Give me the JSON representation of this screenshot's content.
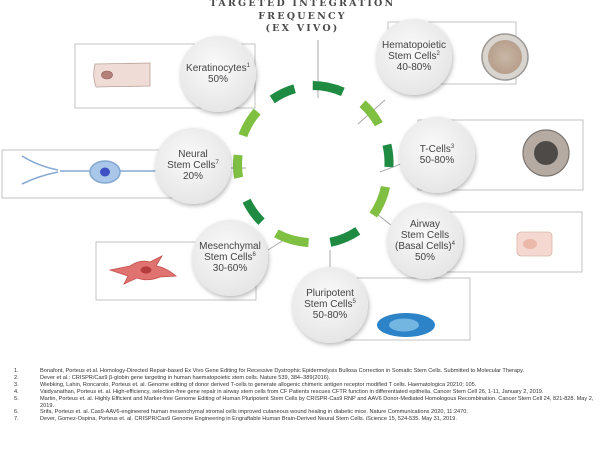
{
  "title": {
    "line1": "TARGETED INTEGRATION",
    "line2": "FREQUENCY",
    "line3": "(EX VIVO)"
  },
  "colors": {
    "dark_green": "#1e8a42",
    "light_green": "#7fbf42",
    "bubble": "#ebebeb",
    "box_border": "#b5b5b5"
  },
  "cells": [
    {
      "name": "Keratinocytes",
      "sup": "1",
      "lines": [
        "Keratinocytes"
      ],
      "value": "50%",
      "icon": "keratinocyte-icon"
    },
    {
      "name": "Hematopoietic Stem Cells",
      "sup": "2",
      "lines": [
        "Hematopoietic",
        "Stem Cells"
      ],
      "value": "40-80%",
      "icon": "hematopoietic-stem-cell-icon"
    },
    {
      "name": "T-Cells",
      "sup": "3",
      "lines": [
        "T-Cells"
      ],
      "value": "50-80%",
      "icon": "t-cell-icon"
    },
    {
      "name": "Airway Stem Cells (Basal Cells)",
      "sup": "4",
      "lines": [
        "Airway",
        "Stem Cells",
        "(Basal Cells)"
      ],
      "value": "50%",
      "icon": "airway-stem-cell-icon"
    },
    {
      "name": "Pluripotent Stem Cells",
      "sup": "5",
      "lines": [
        "Pluripotent",
        "Stem Cells"
      ],
      "value": "50-80%",
      "icon": "pluripotent-stem-cell-icon"
    },
    {
      "name": "Mesenchymal Stem Cells",
      "sup": "6",
      "lines": [
        "Mesenchymal",
        "Stem Cells"
      ],
      "value": "30-60%",
      "icon": "mesenchymal-stem-cell-icon"
    },
    {
      "name": "Neural Stem Cells",
      "sup": "7",
      "lines": [
        "Neural",
        "Stem Cells"
      ],
      "value": "20%",
      "icon": "neural-stem-cell-icon"
    }
  ],
  "references": [
    {
      "num": "1.",
      "text": "Bonafont, Porteus et al. Homology-Directed Repair-based Ex Vivo Gene Editing for Recessive Dystrophic Epidermolysis Bullosa Correction in Somatic Stem Cells. Submitted to Molecular Therapy."
    },
    {
      "num": "2.",
      "text": "Dever et al.: CRISPR/Cas9  β-globin gene targeting in  human haematopoietic stem cells. Nature 539, 384–389(2016)."
    },
    {
      "num": "3.",
      "text": "Wiebking, Lahin, Roncarolo, Porteus et. al. Genome editing of donor derived T-cells to generate allogenic chimeric antigen receptor modified T cells. Haematologica 20210; 105."
    },
    {
      "num": "4.",
      "text": "Vaidyanathan, Porteus et. al. High-efficiency, selection-free gene repair in airway stem cells from CF Patients rescues CFTR function in differentiated epithelia. Cancer Stem Cell 26, 1-11, January 2, 2019."
    },
    {
      "num": "5.",
      "text": "Martin, Porteus et. al. Highly Efficient and Marker-free Genome Editing of Human Pluripotent Stem Cells by CRISPR-Cas9 RNP and AAV6 Donor-Mediated Homologous Recombination. Cancer Stem Cell 24, 821-828. May 2, 2019."
    },
    {
      "num": "6.",
      "text": "Srifa, Porteus et. al. Cas9-AAV6-engineered human mesenchymal stromal cells improved cutaneous wound healing in diabetic mice. Nature Communications 2020, 11:2470."
    },
    {
      "num": "7.",
      "text": "Dever, Gomez-Ospina, Porteus et. al. CRISPR/Cas9 Genome Engineering in Engraftable Human Brain-Derived Neural Stem Cells. iScience 15, 524-535. May 31, 2019."
    }
  ]
}
